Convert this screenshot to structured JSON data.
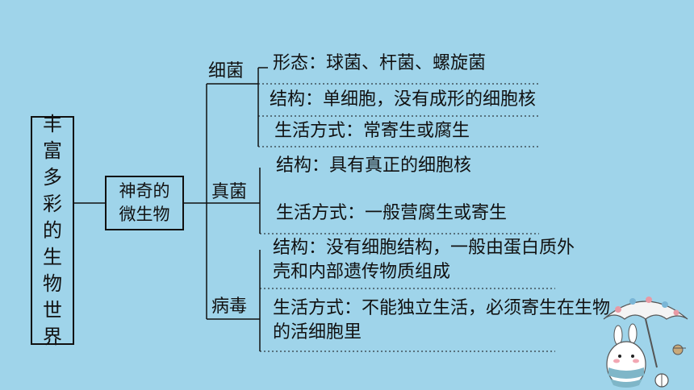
{
  "root": {
    "chars": [
      "丰",
      "富",
      "多",
      "彩",
      "的",
      "生",
      "物",
      "世",
      "界"
    ]
  },
  "middle": {
    "line1": "神奇的",
    "line2": "微生物"
  },
  "branches": {
    "bacteria": {
      "label": "细菌",
      "items": [
        "形态：球菌、杆菌、螺旋菌",
        "结构：单细胞，没有成形的细胞核",
        "生活方式：常寄生或腐生"
      ]
    },
    "fungi": {
      "label": "真菌",
      "items": [
        "结构：具有真正的细胞核",
        "生活方式：一般营腐生或寄生"
      ]
    },
    "virus": {
      "label": "病毒",
      "items": [
        "结构：没有细胞结构，一般由蛋白质外壳和内部遗传物质组成",
        "生活方式：不能独立生活，必须寄生在生物的活细胞里"
      ]
    }
  }
}
